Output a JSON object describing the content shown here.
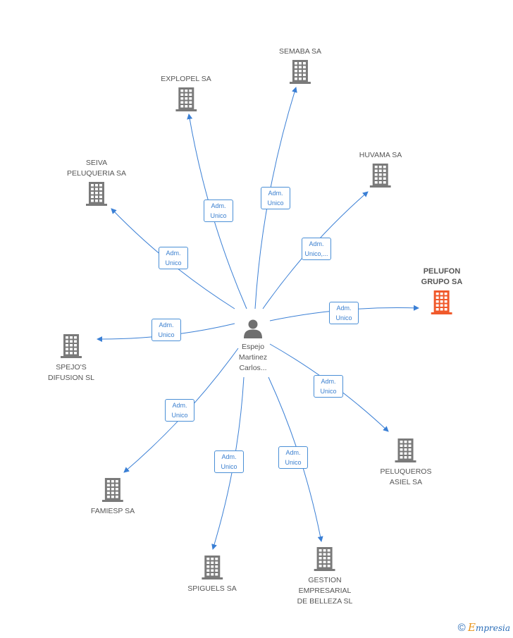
{
  "center": {
    "name_lines": [
      "Espejo",
      "Martinez",
      "Carlos..."
    ],
    "icon": "person-icon"
  },
  "relationship_label_lines": [
    "Adm.",
    "Unico"
  ],
  "companies": [
    {
      "id": "semaba",
      "lines": [
        "SEMABA SA"
      ],
      "relation": [
        "Adm.",
        "Unico"
      ],
      "highlight": false
    },
    {
      "id": "explopel",
      "lines": [
        "EXPLOPEL SA"
      ],
      "relation": [
        "Adm.",
        "Unico"
      ],
      "highlight": false
    },
    {
      "id": "huvama",
      "lines": [
        "HUVAMA SA"
      ],
      "relation": [
        "Adm.",
        "Unico,..."
      ],
      "highlight": false
    },
    {
      "id": "seiva",
      "lines": [
        "SEIVA",
        "PELUQUERIA SA"
      ],
      "relation": [
        "Adm.",
        "Unico"
      ],
      "highlight": false
    },
    {
      "id": "pelufon",
      "lines": [
        "PELUFON",
        "GRUPO SA"
      ],
      "relation": [
        "Adm.",
        "Unico"
      ],
      "highlight": true
    },
    {
      "id": "spejos",
      "lines": [
        "SPEJO'S",
        "DIFUSION  SL"
      ],
      "relation": [
        "Adm.",
        "Unico"
      ],
      "highlight": false
    },
    {
      "id": "peluqueros",
      "lines": [
        "PELUQUEROS",
        "ASIEL SA"
      ],
      "relation": [
        "Adm.",
        "Unico"
      ],
      "highlight": false
    },
    {
      "id": "famiesp",
      "lines": [
        "FAMIESP SA"
      ],
      "relation": [
        "Adm.",
        "Unico"
      ],
      "highlight": false
    },
    {
      "id": "spiguels",
      "lines": [
        "SPIGUELS SA"
      ],
      "relation": [
        "Adm.",
        "Unico"
      ],
      "highlight": false
    },
    {
      "id": "gestion",
      "lines": [
        "GESTION",
        "EMPRESARIAL",
        "DE BELLEZA SL"
      ],
      "relation": [
        "Adm.",
        "Unico"
      ],
      "highlight": false
    }
  ],
  "colors": {
    "edge": "#3a7fd5",
    "building": "#7a7a7a",
    "building_highlight": "#f0592b",
    "text": "#555555"
  },
  "brand": {
    "copyright": "©",
    "first_letter": "E",
    "rest": "mpresia"
  }
}
